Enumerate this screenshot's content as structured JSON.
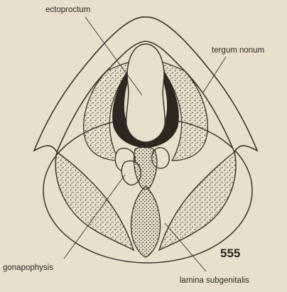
{
  "figure": {
    "number": "555",
    "background": "#e8e0cd",
    "ink": "#3a332b",
    "labels": {
      "ectoproctum": "ectoproctum",
      "tergum_nonum": "tergum nonum",
      "gonapophysis": "gonapophysis",
      "lamina_subgenitalis": "lamina subgenitalis"
    }
  }
}
